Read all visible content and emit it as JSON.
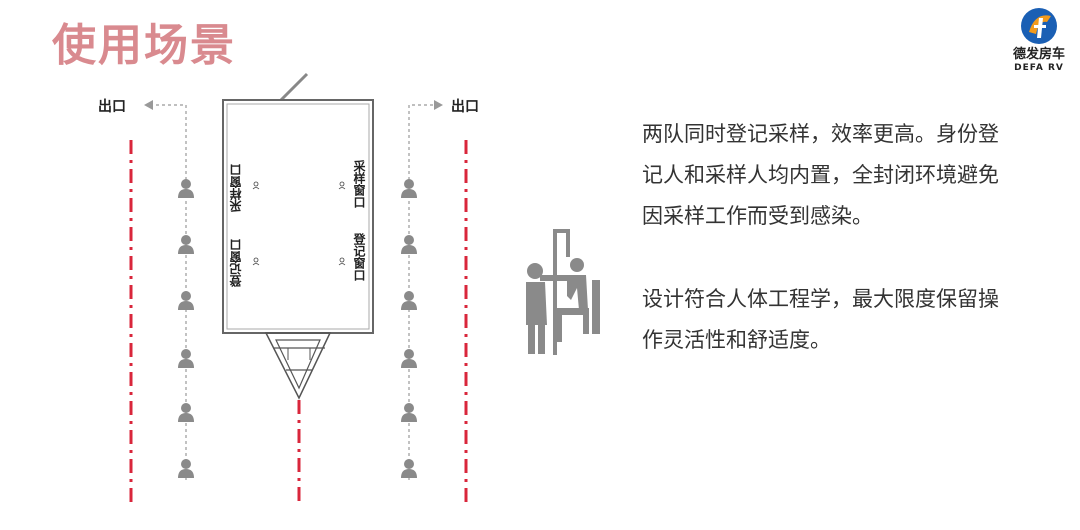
{
  "title": "使用场景",
  "logo": {
    "name_cn": "德发房车",
    "name_en": "DEFA RV",
    "colors": {
      "blue": "#1a5fb4",
      "orange": "#f29a1c"
    }
  },
  "diagram": {
    "exit_left": "出口",
    "exit_right": "出口",
    "windows": {
      "top_left": "采样窗口",
      "bottom_left": "登记窗口",
      "top_right": "采样窗口",
      "bottom_right": "登记窗口"
    },
    "people_per_queue": 6,
    "colors": {
      "lane": "#d9263b",
      "person": "#8a8a8a",
      "vehicle_outline": "#666666"
    }
  },
  "icons": {
    "workstation": "sampling-workstation-icon"
  },
  "paragraphs": [
    "两队同时登记采样，效率更高。身份登记人和采样人均内置，全封闭环境避免因采样工作而受到感染。",
    "设计符合人体工程学，最大限度保留操作灵活性和舒适度。"
  ]
}
